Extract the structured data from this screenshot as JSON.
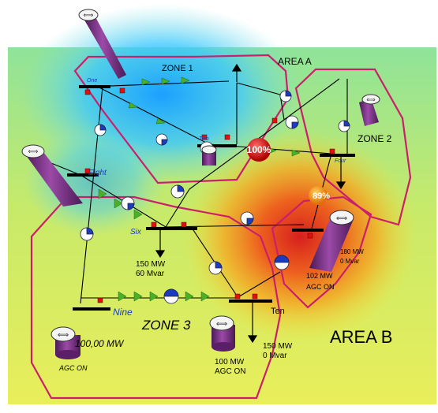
{
  "areas": {
    "a": "AREA A",
    "b": "AREA B"
  },
  "zones": {
    "z1": "ZONE 1",
    "z2": "ZONE 2",
    "z3": "ZONE 3"
  },
  "buses": {
    "one": "One",
    "two": "Two",
    "four": "Four",
    "six": "Six",
    "eight": "Eight",
    "nine": "Nine",
    "ten": "Ten"
  },
  "overloads": {
    "main": "100%",
    "secondary": "89%"
  },
  "gen_labels": {
    "left_gen_mw": "100,00 MW",
    "left_gen_agc": "AGC ON",
    "ten_gen_mw": "100 MW",
    "ten_gen_agc": "AGC ON",
    "b_gen_mw": "102 MW",
    "b_gen_agc": "AGC ON"
  },
  "load_labels": {
    "six_load_mw": "150 MW",
    "six_load_mvar": "60 Mvar",
    "ten_load_mw": "150 MW",
    "ten_load_mvar": "0 Mvar",
    "b_load_mw": "180 MW",
    "b_load_mvar": "0 Mvar"
  },
  "colors": {
    "zone_border": "#cc1f6b",
    "line": "#000000",
    "arrow_green": "#4caf2a",
    "overload_red": "#e01010",
    "overload_orange": "#f08a10",
    "generator_purple": "#7a2d86",
    "bus_label_blue": "#1a3cc0"
  }
}
